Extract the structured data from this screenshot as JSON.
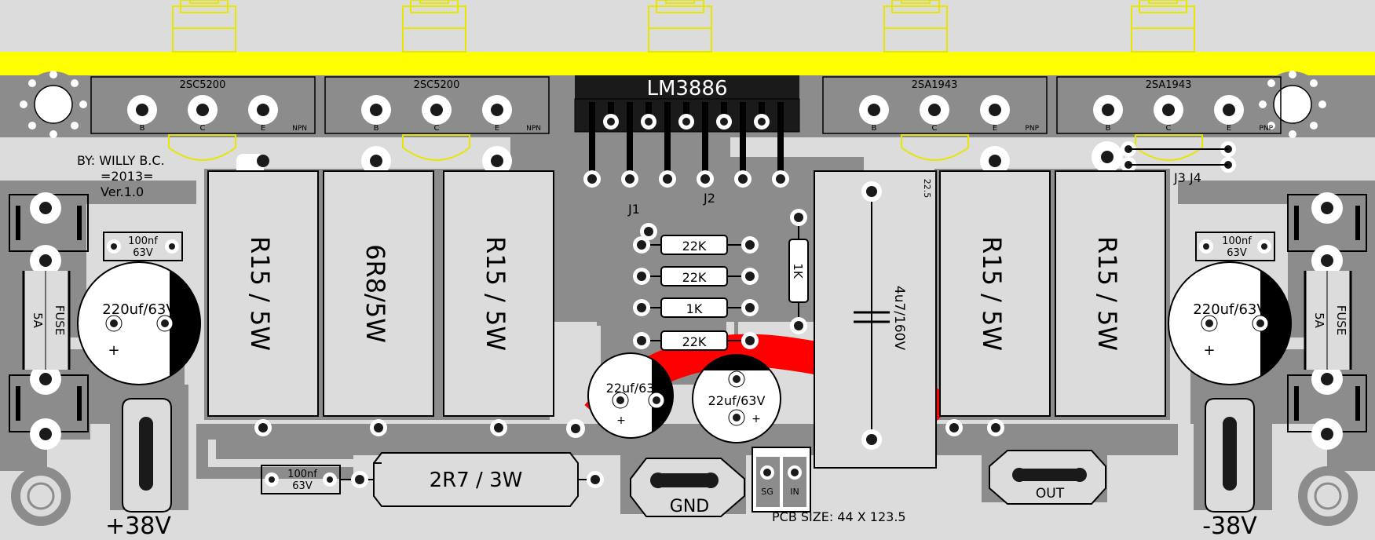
{
  "credits": {
    "line1": "BY: WILLY B.C.",
    "line2": "=2013=",
    "line3": "Ver.1.0"
  },
  "ic": {
    "name": "LM3886"
  },
  "transistors": [
    {
      "part": "2SC5200",
      "b": "B",
      "c": "C",
      "e": "E",
      "type": "NPN"
    },
    {
      "part": "2SC5200",
      "b": "B",
      "c": "C",
      "e": "E",
      "type": "NPN"
    },
    {
      "part": "2SA1943",
      "b": "B",
      "c": "C",
      "e": "E",
      "type": "PNP"
    },
    {
      "part": "2SA1943",
      "b": "B",
      "c": "C",
      "e": "E",
      "type": "PNP"
    }
  ],
  "big_resistors": [
    "R15 / 5W",
    "6R8/5W",
    "R15 / 5W",
    "R15 / 5W",
    "R15 / 5W"
  ],
  "small_resistors": [
    "22K",
    "22K",
    "1K",
    "22K"
  ],
  "vertical_resistor": "1K",
  "film_cap": "4u7/160V",
  "wide_resistor": "2R7 / 3W",
  "caps": {
    "left_ceramic": {
      "line1": "100nf",
      "line2": "63V"
    },
    "right_ceramic": {
      "line1": "100nf",
      "line2": "63V"
    },
    "bottom_ceramic": {
      "line1": "100nf",
      "line2": "63V"
    },
    "left_electrolytic": "220uf/63V",
    "right_electrolytic": "220uf/63V",
    "mid_electrolytic_1": "22uf/63V",
    "mid_electrolytic_2": "22uf/63V",
    "plus": "+"
  },
  "fuses": {
    "label": "FUSE",
    "rating": "5A"
  },
  "jumpers": {
    "j1": "J1",
    "j2": "J2",
    "j3j4": "J3 J4"
  },
  "misc": {
    "value_22_5": "22.5"
  },
  "connectors": {
    "gnd": "GND",
    "out": "OUT",
    "sg": "SG",
    "in": "IN"
  },
  "supply": {
    "positive": "+38V",
    "negative": "-38V"
  },
  "pcb_size": "PCB SIZE: 44 X 123.5",
  "colors": {
    "background": "#dcdcdc",
    "copper": "#8c8c8c",
    "heatsink": "#ffff00",
    "silk_outline": "#e6e600",
    "jumper_wire": "#ff0000",
    "pad": "#ffffff",
    "hole": "#1a1a1a",
    "text": "#000000"
  }
}
